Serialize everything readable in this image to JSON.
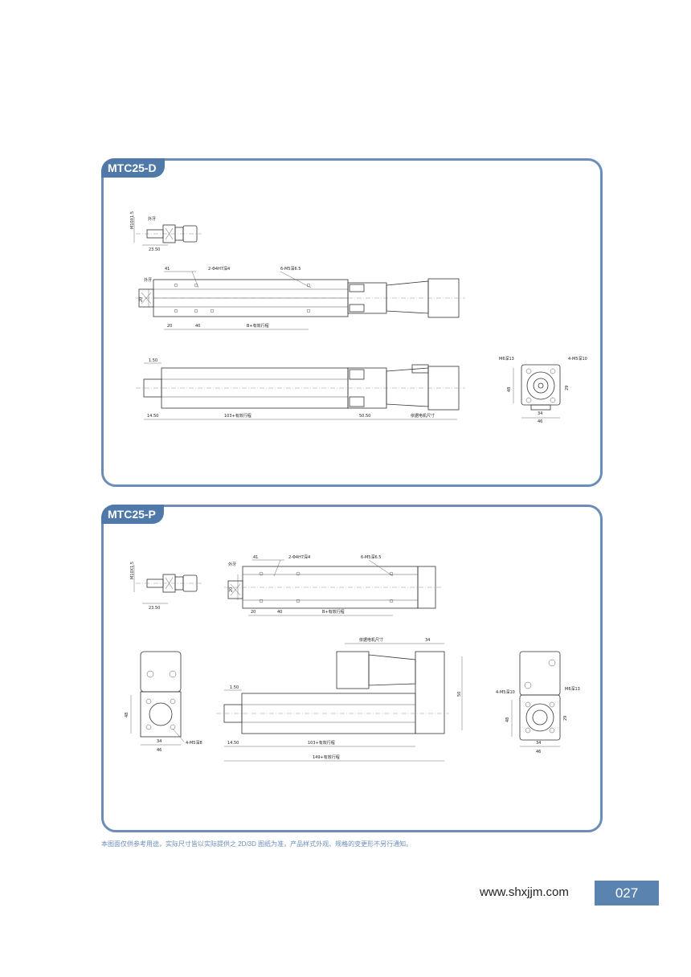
{
  "panels": [
    {
      "title": "MTC25-D",
      "labels": {
        "m10": "M10X1.5",
        "outer_thread": "外牙",
        "d2350": "23.50",
        "holes_top": "2-Φ4H7深4",
        "holes_m5": "6-M5深6.5",
        "d41": "41",
        "d20v": "20",
        "d20": "20",
        "d40": "40",
        "stroke_b": "B+有效行程",
        "d150": "1.50",
        "d1450": "14.50",
        "stroke_103": "103+有效行程",
        "d5050": "50.50",
        "motor": "依据电机尺寸",
        "m6": "M6深13",
        "m5x10": "4-M5深10",
        "d48": "48",
        "d34": "34",
        "d46": "46",
        "d29": "29"
      }
    },
    {
      "title": "MTC25-P",
      "labels": {
        "m10": "M10X1.5",
        "outer_thread": "外牙",
        "d2350": "23.50",
        "holes_top": "2-Φ4H7深4",
        "holes_m5": "6-M5深6.5",
        "d41": "41",
        "d20v": "20",
        "d20": "20",
        "d40": "40",
        "stroke_b": "B+有效行程",
        "motor": "依据电机尺寸",
        "d34top": "34",
        "d50": "50",
        "d150": "1.50",
        "d1450": "14.50",
        "stroke_103": "103+有效行程",
        "stroke_149": "149+有效行程",
        "d48": "48",
        "d34": "34",
        "d46": "46",
        "m5x8": "4-M5深8",
        "m6": "M6深13",
        "m5x10": "4-M5深10",
        "d29": "29"
      }
    }
  ],
  "footer": {
    "disclaimer": "本图面仅供参考用途，实际尺寸皆以实际提供之 2D/3D 图纸为准，产品样式外观、规格的变更形不另行通知。",
    "website": "www.shxjjm.com",
    "page_number": "027"
  },
  "colors": {
    "accent": "#4f79a8",
    "border": "#6b8db7"
  }
}
